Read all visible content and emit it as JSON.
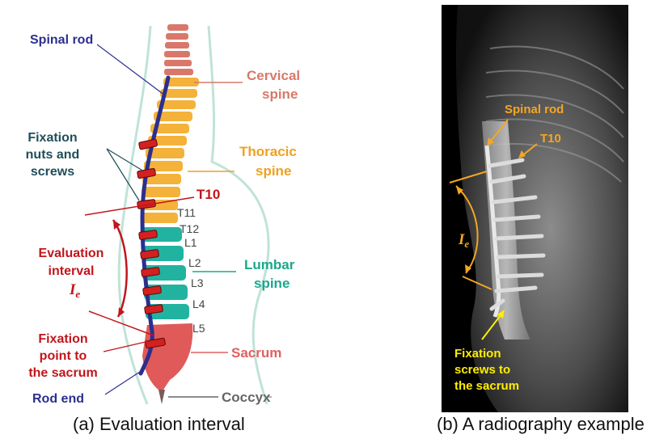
{
  "panel_a": {
    "caption": "(a) Evaluation interval",
    "labels": {
      "spinal_rod": "Spinal rod",
      "fixation_1": "Fixation",
      "fixation_2": "nuts and",
      "fixation_3": "screws",
      "evaluation_1": "Evaluation",
      "evaluation_2": "interval",
      "ie_main": "I",
      "ie_sub": "e",
      "fixpoint_1": "Fixation",
      "fixpoint_2": "point to",
      "fixpoint_3": "the sacrum",
      "rod_end": "Rod end",
      "cervical_1": "Cervical",
      "cervical_2": "spine",
      "thoracic_1": "Thoracic",
      "thoracic_2": "spine",
      "lumbar_1": "Lumbar",
      "lumbar_2": "spine",
      "sacrum": "Sacrum",
      "coccyx": "Coccyx",
      "t10": "T10"
    },
    "vertebrae": [
      "T11",
      "T12",
      "L1",
      "L2",
      "L3",
      "L4",
      "L5"
    ],
    "colors": {
      "rod": "#2b2f8f",
      "red": "#c0161c",
      "teal": "#1f4e5a",
      "cervical": "#d9786a",
      "thoracic": "#f0a020",
      "lumbar": "#1aa88c",
      "sacrum": "#e06060",
      "coccyx": "#666666"
    }
  },
  "panel_b": {
    "caption": "(b) A radiography example",
    "labels": {
      "spinal_rod": "Spinal rod",
      "t10": "T10",
      "ie_main": "I",
      "ie_sub": "e",
      "fix_1": "Fixation",
      "fix_2": "screws to",
      "fix_3": "the sacrum"
    },
    "colors": {
      "orange": "#f5a623",
      "yellow": "#ffee00"
    }
  }
}
